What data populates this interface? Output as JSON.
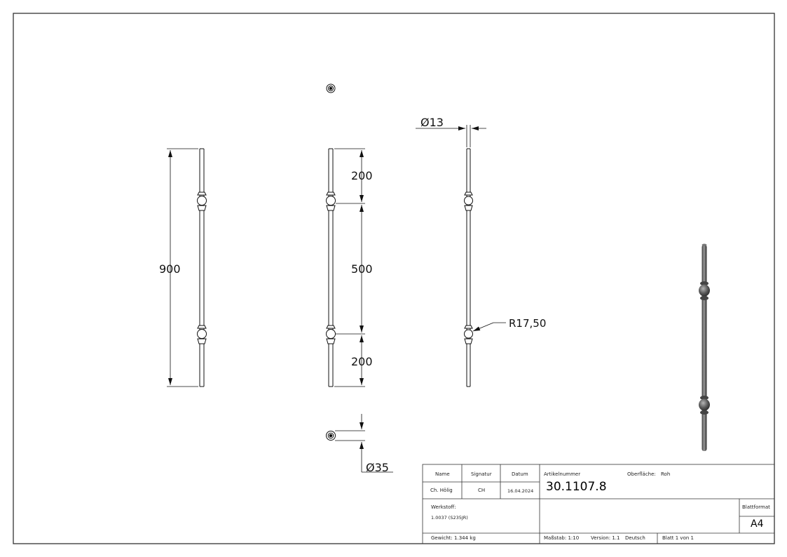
{
  "dimensions": {
    "overall_length": "900",
    "segment_top": "200",
    "segment_middle": "500",
    "segment_bottom": "200",
    "rod_diameter": "13",
    "ball_diameter": "35",
    "radius": "R17,50"
  },
  "title_block": {
    "name_header": "Name",
    "signature_header": "Signatur",
    "date_header": "Datum",
    "name_value": "Ch. Hölig",
    "signature_value": "CH",
    "date_value": "16.04.2024",
    "article_label": "Artikelnummer",
    "article_number": "30.1107.8",
    "surface_label": "Oberfläche:",
    "surface_value": "Roh",
    "material_label": "Werkstoff:",
    "material_value": "1.0037 (S235JR)",
    "format_label": "Blattformat",
    "format_value": "A4",
    "weight": "Gewicht: 1.344 kg",
    "scale": "Maßstab: 1:10",
    "version": "Version: 1.1",
    "language": "Deutsch",
    "sheet": "Blatt 1 von 1"
  }
}
